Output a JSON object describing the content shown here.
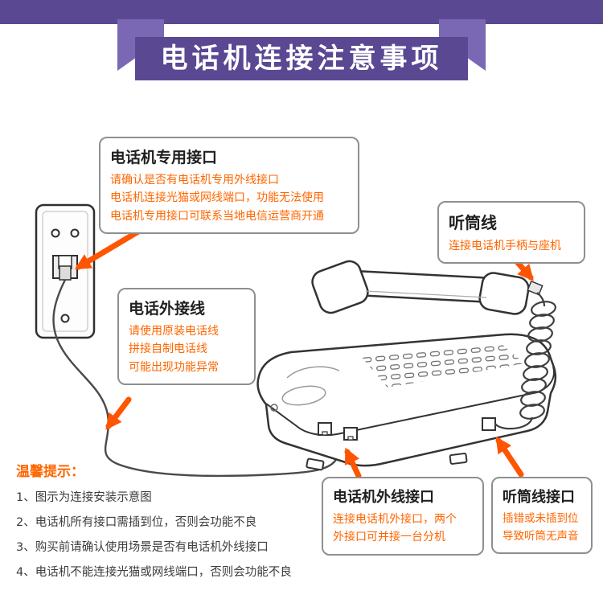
{
  "page": {
    "title": "电话机连接注意事项"
  },
  "colors": {
    "header_purple": "#5a4893",
    "ribbon_light_purple": "#7a68b4",
    "accent_orange": "#ff6600",
    "arrow_orange": "#ff5500",
    "callout_border_gray": "#8f8f8f",
    "line_art": "#333333"
  },
  "callouts": [
    {
      "id": "dedicated-port",
      "title": "电话机专用接口",
      "lines": [
        "请确认是否有电话机专用外线接口",
        "电话机连接光猫或网线端口，功能无法使用",
        "电话机专用接口可联系当地电信运营商开通"
      ]
    },
    {
      "id": "external-cable",
      "title": "电话外接线",
      "lines": [
        "请使用原装电话线",
        "拼接自制电话线",
        "可能出现功能异常"
      ]
    },
    {
      "id": "handset-cord",
      "title": "听筒线",
      "lines": [
        "连接电话机手柄与座机"
      ]
    },
    {
      "id": "external-line-port",
      "title": "电话机外线接口",
      "lines": [
        "连接电话机外接口，两个",
        "外接口可并接一台分机"
      ]
    },
    {
      "id": "handset-cord-port",
      "title": "听筒线接口",
      "lines": [
        "插错或未插到位",
        "导致听筒无声音"
      ]
    }
  ],
  "tips": {
    "title": "温馨提示：",
    "items": [
      "1、图示为连接安装示意图",
      "2、电话机所有接口需插到位，否则会功能不良",
      "3、购买前请确认使用场景是否有电话机外线接口",
      "4、电话机不能连接光猫或网线端口，否则会功能不良"
    ]
  }
}
